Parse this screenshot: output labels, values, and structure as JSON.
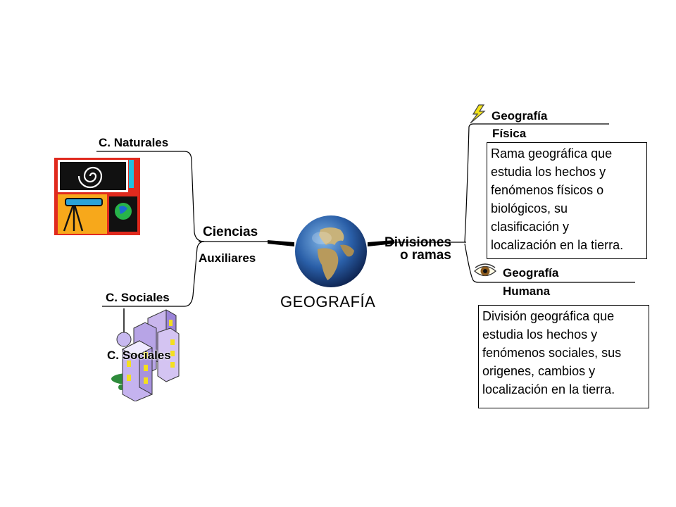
{
  "center": {
    "title": "GEOGRAFÍA"
  },
  "left_branch": {
    "line1": "Ciencias",
    "line2": "Auxiliares",
    "natural": {
      "label": "C. Naturales"
    },
    "social": {
      "label": "C. Sociales",
      "image_caption": "C. Sociales"
    }
  },
  "right_branch": {
    "line1": "Divisiones",
    "line2": "o ramas",
    "fisica": {
      "line1": "Geografía",
      "line2": "Física",
      "description": [
        "Rama geográfica que",
        "estudia los hechos y",
        "fenómenos físicos o",
        "biológicos, su",
        "clasificación y",
        "localización en la tierra."
      ]
    },
    "humana": {
      "line1": "Geografía",
      "line2": "Humana",
      "description": [
        "División geográfica que",
        "estudia los hechos y",
        "fenómenos sociales, sus",
        "origenes, cambios y",
        "localización en la tierra."
      ]
    }
  },
  "icons": {
    "globe": "globe-icon",
    "lightning": "lightning-icon",
    "eye": "eye-icon",
    "space_science": "space-science-icon",
    "city_buildings": "city-buildings-icon"
  }
}
